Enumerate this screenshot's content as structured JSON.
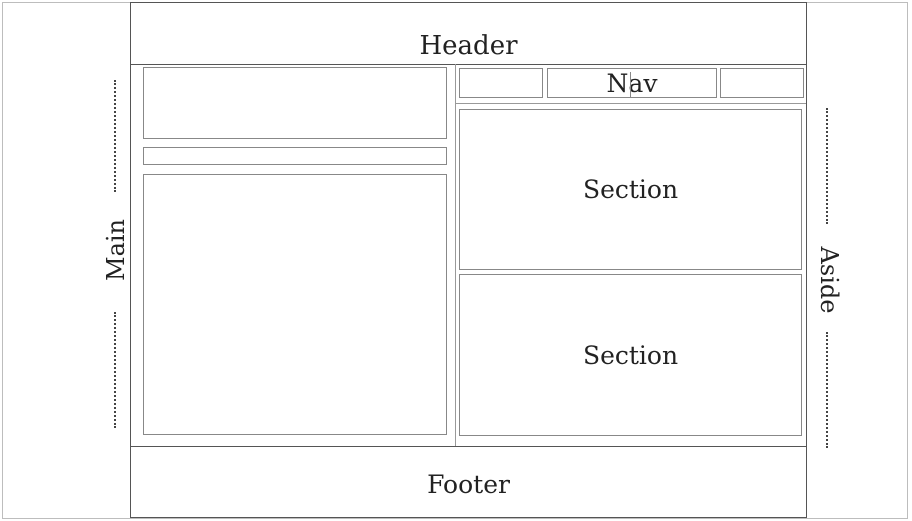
{
  "layout_labels": {
    "header": "Header",
    "nav": "Nav",
    "main": "Main",
    "aside": "Aside",
    "section_1": "Section",
    "section_2": "Section",
    "footer": "Footer"
  },
  "colors": {
    "stroke_dark": "#555555",
    "stroke_light": "#888888",
    "frame_outer": "#bdbdbd",
    "text": "#222222",
    "background": "#ffffff"
  }
}
